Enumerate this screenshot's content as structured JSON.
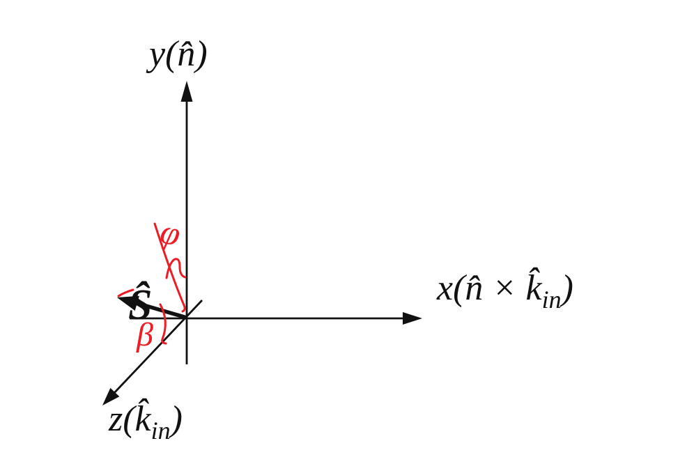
{
  "figure": {
    "background": "#ffffff",
    "colors": {
      "axis": "#111111",
      "annotation": "#ed1c24"
    },
    "axes": {
      "y": {
        "label": "y(n̂)"
      },
      "x": {
        "label_main": "x(n̂ × k̂",
        "label_sub": "in",
        "label_close": ")"
      },
      "z": {
        "label_main": "z(k̂",
        "label_sub": "in",
        "label_close": ")"
      }
    },
    "vector_s": {
      "label": "Ŝ"
    },
    "angles": {
      "phi_label": "φ",
      "beta_label": "β"
    }
  }
}
